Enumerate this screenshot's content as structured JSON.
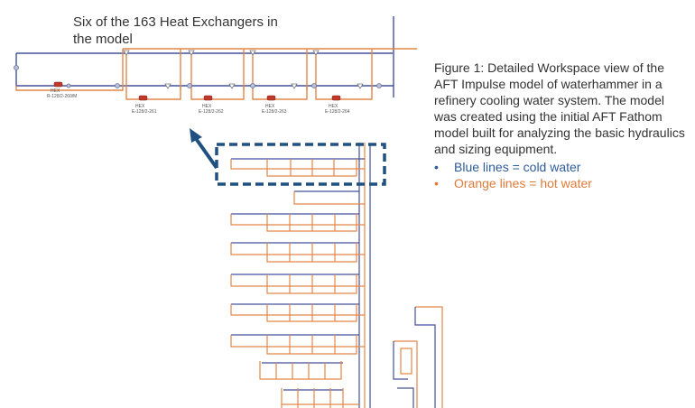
{
  "zoom_title": "Six of the 163 Heat Exchangers in the model",
  "caption": {
    "text": "Figure 1: Detailed Workspace view of the AFT Impulse model of waterhammer in a refinery cooling water system. The model was created using the initial AFT Fathom model built for analyzing the basic hydraulics and sizing equipment.",
    "legend": [
      {
        "bullet": "•",
        "text": "Blue lines = cold water",
        "color": "#2e5b9a"
      },
      {
        "bullet": "•",
        "text": "Orange lines = hot water",
        "color": "#e07b39"
      }
    ]
  },
  "hex_labels": [
    {
      "type": "HEX",
      "id": "R-128/2-260/M"
    },
    {
      "type": "HEX",
      "id": "E-128/2-261"
    },
    {
      "type": "HEX",
      "id": "E-128/2-262"
    },
    {
      "type": "HEX",
      "id": "E-128/2-263"
    },
    {
      "type": "HEX",
      "id": "E-128/2-264"
    }
  ],
  "colors": {
    "cold_water": "#44529a",
    "hot_water": "#e3874a",
    "highlight_box": "#1f5080",
    "arrow": "#1f5080",
    "valve": "#c0392b"
  }
}
